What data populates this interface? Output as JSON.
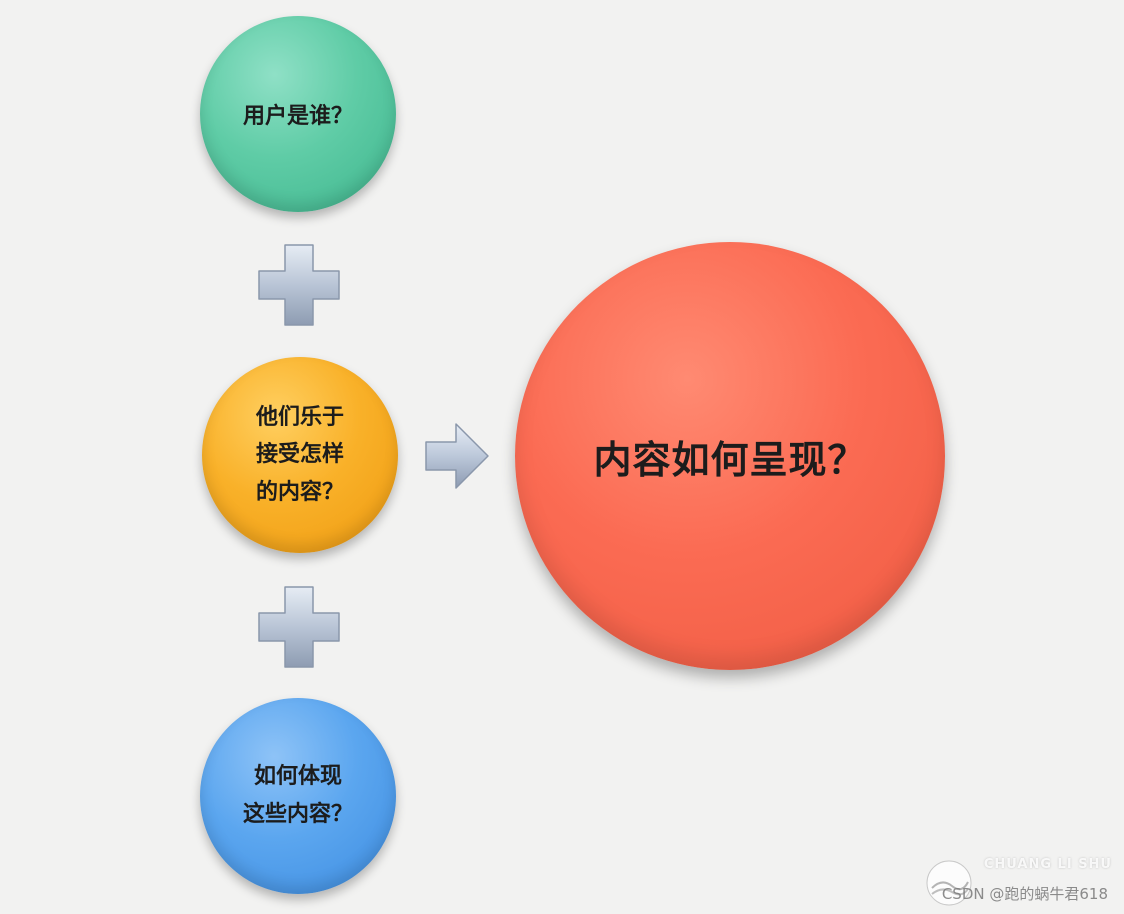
{
  "nodes": {
    "who": {
      "text": "用户是谁？"
    },
    "accept": {
      "lines": [
        "他们乐于",
        "接受怎样",
        "的内容？"
      ]
    },
    "embody": {
      "lines": [
        "如何体现",
        "这些内容？"
      ]
    },
    "result": {
      "text": "内容如何呈现？"
    }
  },
  "operators": {
    "plus_1": "plus",
    "plus_2": "plus",
    "arrow": "right-arrow"
  },
  "watermark": {
    "brand": "CHUANG LI SHU",
    "credit": "CSDN @跑的蜗牛君618"
  },
  "colors": {
    "background": "#f2f2f1",
    "green": "#5fcca6",
    "orange": "#f9b129",
    "blue": "#5ba6ef",
    "red": "#fb6b53",
    "operator": "#b8c4d6"
  }
}
